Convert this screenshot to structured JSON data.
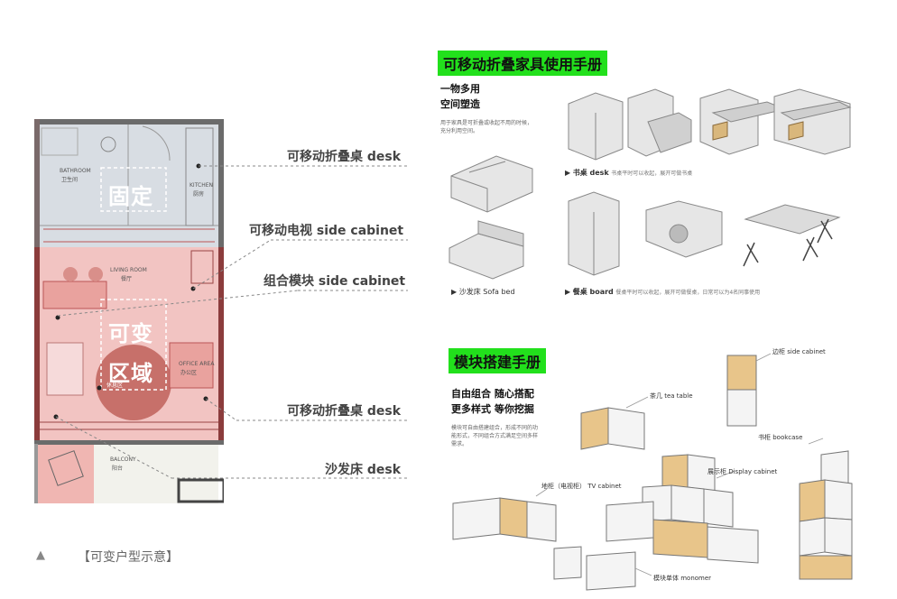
{
  "plan": {
    "zone_fixed": "固定",
    "zone_variable_line1": "可变",
    "zone_variable_line2": "区域",
    "rooms": {
      "bathroom_en": "BATHROOM",
      "bathroom_cn": "卫生间",
      "kitchen_en": "KITCHEN",
      "kitchen_cn": "厨房",
      "living_en": "LIVING ROOM",
      "living_cn": "餐厅",
      "leisure_cn": "休息区",
      "office_en": "OFFICE AREA",
      "office_cn": "办公区",
      "balcony_en": "BALCONY",
      "balcony_cn": "阳台"
    },
    "caption_marker": "▲",
    "caption": "【可变户型示意】"
  },
  "callouts": [
    "可移动折叠桌 desk",
    "可移动电视 side cabinet",
    "组合模块 side cabinet",
    "可移动折叠桌 desk",
    "沙发床 desk"
  ],
  "manual1": {
    "title": "可移动折叠家具使用手册",
    "subtitle_line1": "一物多用",
    "subtitle_line2": "空间塑造",
    "desc": "用于家具是可折叠或收起不用的时候，充分利用空间。",
    "desk_caption_bold": "书桌 desk",
    "desk_caption_text": "书桌平时可以收起，展开可做书桌",
    "sofa_caption": "沙发床 Sofa bed",
    "board_caption_bold": "餐桌 board",
    "board_caption_text": "餐桌平时可以收起，展开可做餐桌，日常可以为4名同事使用"
  },
  "manual2": {
    "title": "模块搭建手册",
    "subtitle_line1": "自由组合 随心搭配",
    "subtitle_line2": "更多样式 等你挖掘",
    "desc": "模块可自由搭建组合，形成不同的功能形式，不同组合方式满足空间多样需求。",
    "labels": {
      "side_cabinet": "边柜 side cabinet",
      "tea_table": "茶几 tea table",
      "bookcase": "书柜 bookcase",
      "tv_cabinet": "地柜（电视柜） TV cabinet",
      "display_cabinet": "展示柜 Display cabinet",
      "monomer": "模块单体 monomer"
    }
  },
  "colors": {
    "green_highlight": "#22e01c",
    "variable_zone": "#f2c4c2",
    "fixed_zone": "#d8dde3",
    "wall": "#6b6b6b",
    "wood": "#e8c58a"
  }
}
